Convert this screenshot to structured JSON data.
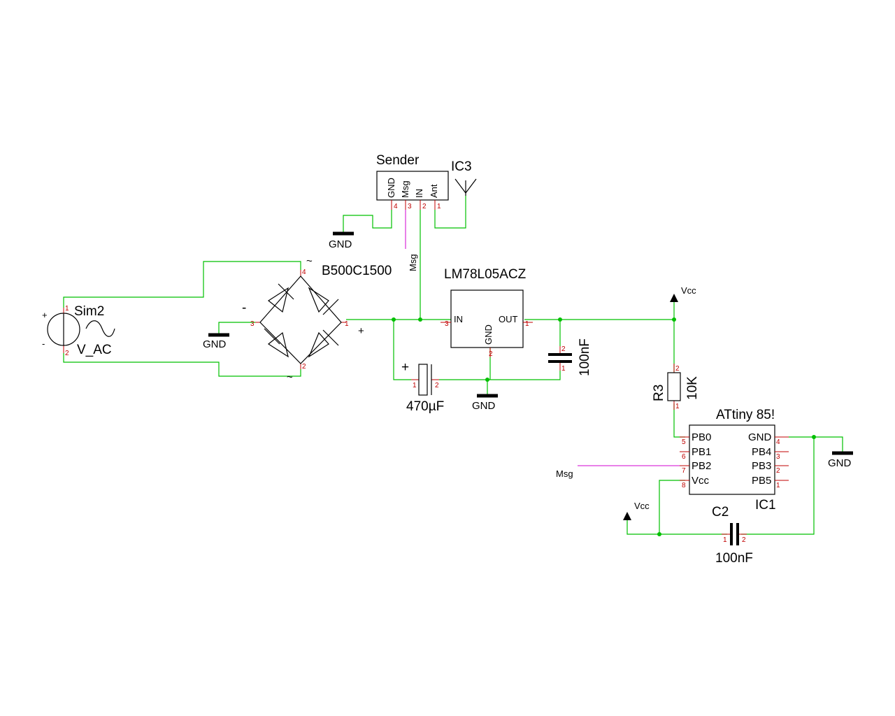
{
  "components": {
    "sender": {
      "name": "Sender",
      "pins": [
        "GND",
        "Msg",
        "IN",
        "Ant"
      ],
      "pin_numbers": [
        "4",
        "3",
        "2",
        "1"
      ]
    },
    "ic3": {
      "name": "IC3"
    },
    "bridge": {
      "name": "B500C1500",
      "ac_top": "~",
      "ac_bottom": "~",
      "minus": "-",
      "plus": "+",
      "pin_numbers": [
        "4",
        "3",
        "1",
        "2"
      ]
    },
    "source": {
      "name": "Sim2",
      "value": "V_AC",
      "plus": "+",
      "minus": "-",
      "pin_numbers": [
        "1",
        "2"
      ]
    },
    "regulator": {
      "name": "LM78L05ACZ",
      "in": "IN",
      "out": "OUT",
      "gnd": "GND",
      "pin_numbers": [
        "3",
        "1",
        "2"
      ]
    },
    "c_bulk": {
      "value": "470µF",
      "plus": "+",
      "pin_numbers": [
        "1",
        "2"
      ]
    },
    "c_out": {
      "value": "100nF",
      "pin_numbers": [
        "2",
        "1"
      ]
    },
    "r3": {
      "name": "R3",
      "value": "10K",
      "pin_numbers": [
        "2",
        "1"
      ]
    },
    "ic1": {
      "title": "ATtiny 85!",
      "name": "IC1",
      "left_pins": [
        "PB0",
        "PB1",
        "PB2",
        "Vcc"
      ],
      "left_numbers": [
        "5",
        "6",
        "7",
        "8"
      ],
      "right_pins": [
        "GND",
        "PB4",
        "PB3",
        "PB5"
      ],
      "right_numbers": [
        "4",
        "3",
        "2",
        "1"
      ]
    },
    "c2": {
      "name": "C2",
      "value": "100nF",
      "pin_numbers": [
        "1",
        "2"
      ]
    }
  },
  "nets": {
    "gnd": "GND",
    "vcc": "Vcc",
    "msg": "Msg"
  },
  "colors": {
    "wire": "#00c000",
    "pin": "#c00000",
    "net_label": "#d000d0",
    "body": "#000000"
  }
}
